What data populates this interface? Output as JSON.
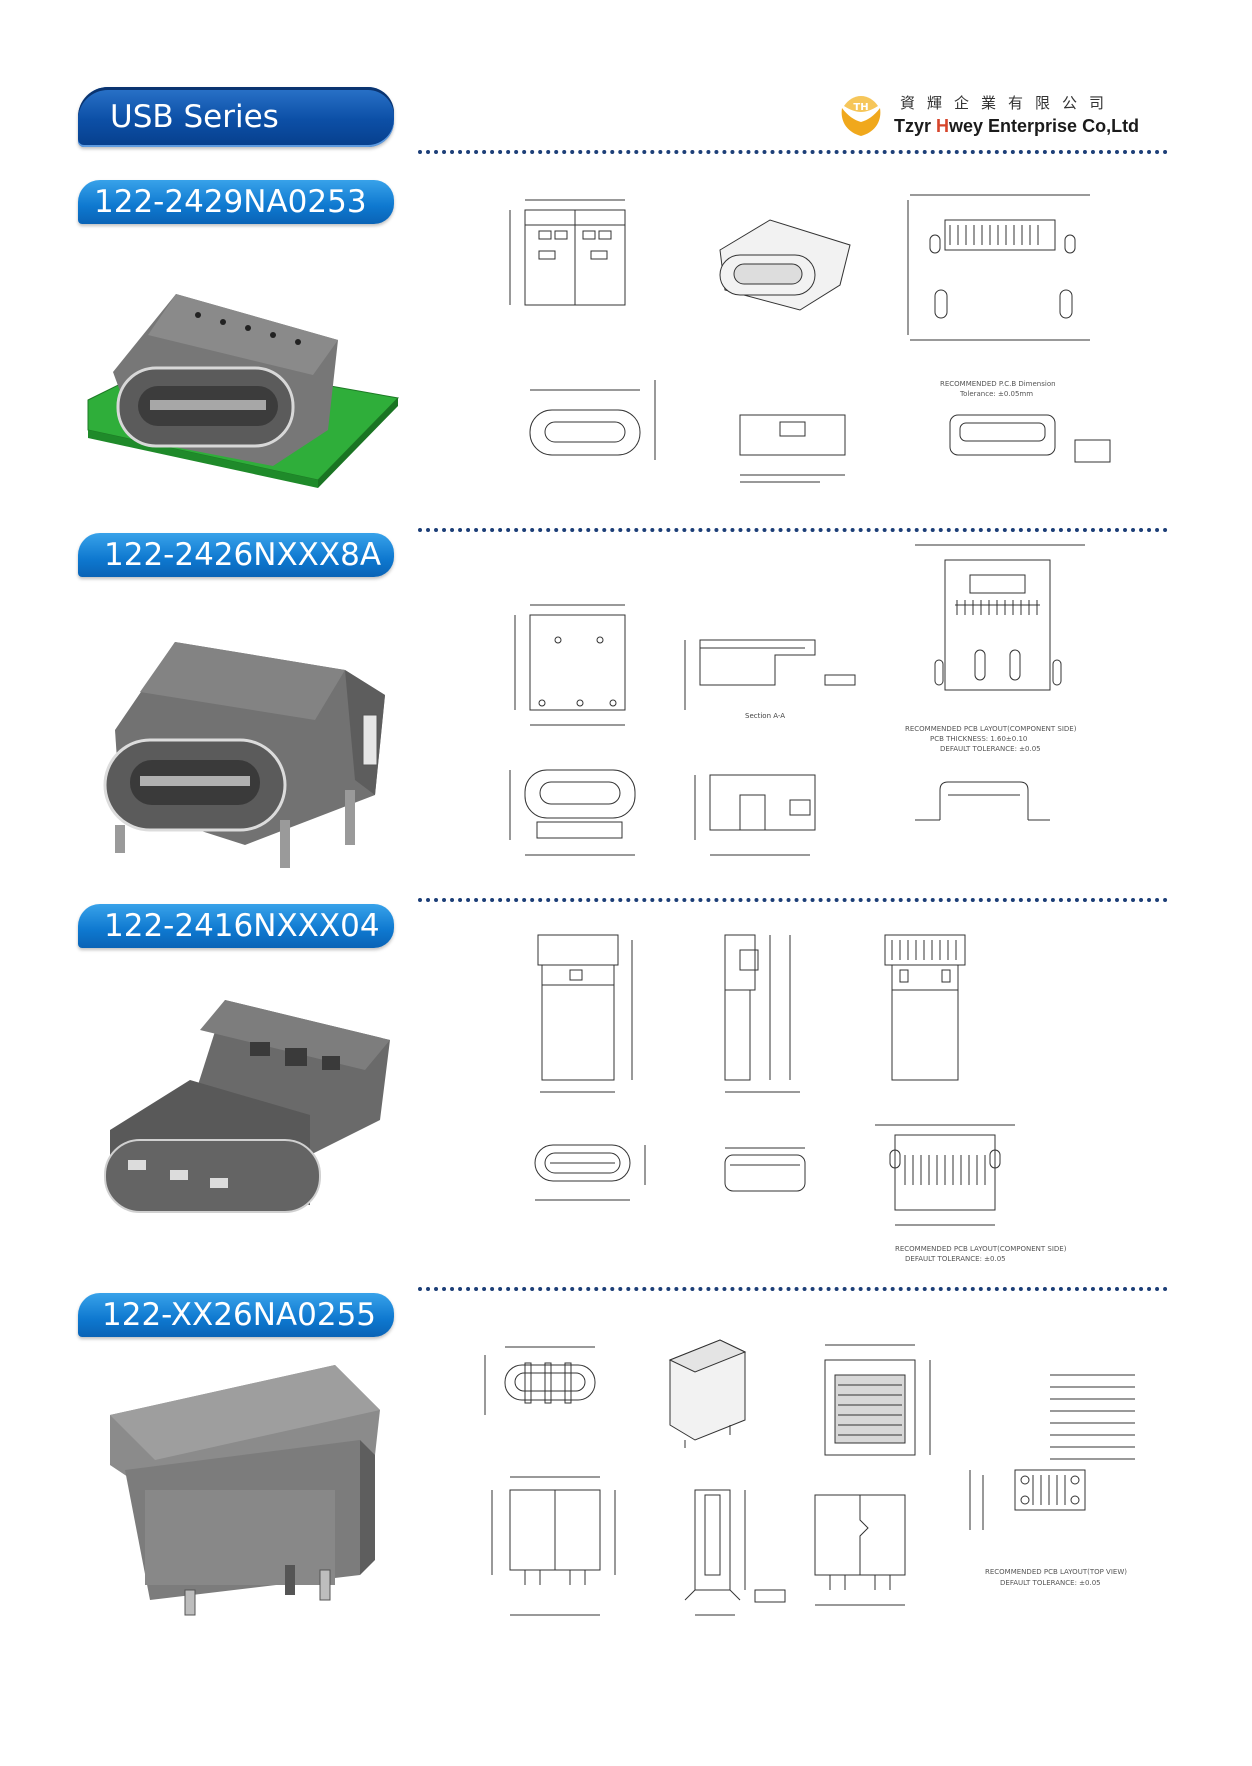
{
  "header": {
    "title": "USB Series",
    "company_cn": "資輝企業有限公司",
    "company_en_prefix": "Tzyr ",
    "company_en_h": "H",
    "company_en_rest": "wey Enterprise Co,Ltd",
    "logo_letters": "TH"
  },
  "sections": [
    {
      "part_number": "122-2429NA0253",
      "notes": [
        "RECOMMENDED P.C.B Dimension",
        "Tolerance: ±0.05mm"
      ]
    },
    {
      "part_number": "122-2426NXXX8A",
      "notes": [
        "RECOMMENDED PCB LAYOUT(COMPONENT SIDE)",
        "PCB THICKNESS: 1.60±0.10",
        "DEFAULT TOLERANCE: ±0.05"
      ]
    },
    {
      "part_number": "122-2416NXXX04",
      "notes": [
        "RECOMMENDED PCB LAYOUT(COMPONENT SIDE)",
        "DEFAULT TOLERANCE: ±0.05"
      ]
    },
    {
      "part_number": "122-XX26NA0255",
      "notes": [
        "RECOMMENDED PCB LAYOUT(TOP VIEW)",
        "DEFAULT TOLERANCE: ±0.05"
      ]
    }
  ],
  "colors": {
    "header_tab": "#0c4fa6",
    "part_tab": "#0e78cf",
    "dots": "#1d3f78",
    "pcb_green": "#2fae3a",
    "connector_gray": "#6e6e6e"
  }
}
